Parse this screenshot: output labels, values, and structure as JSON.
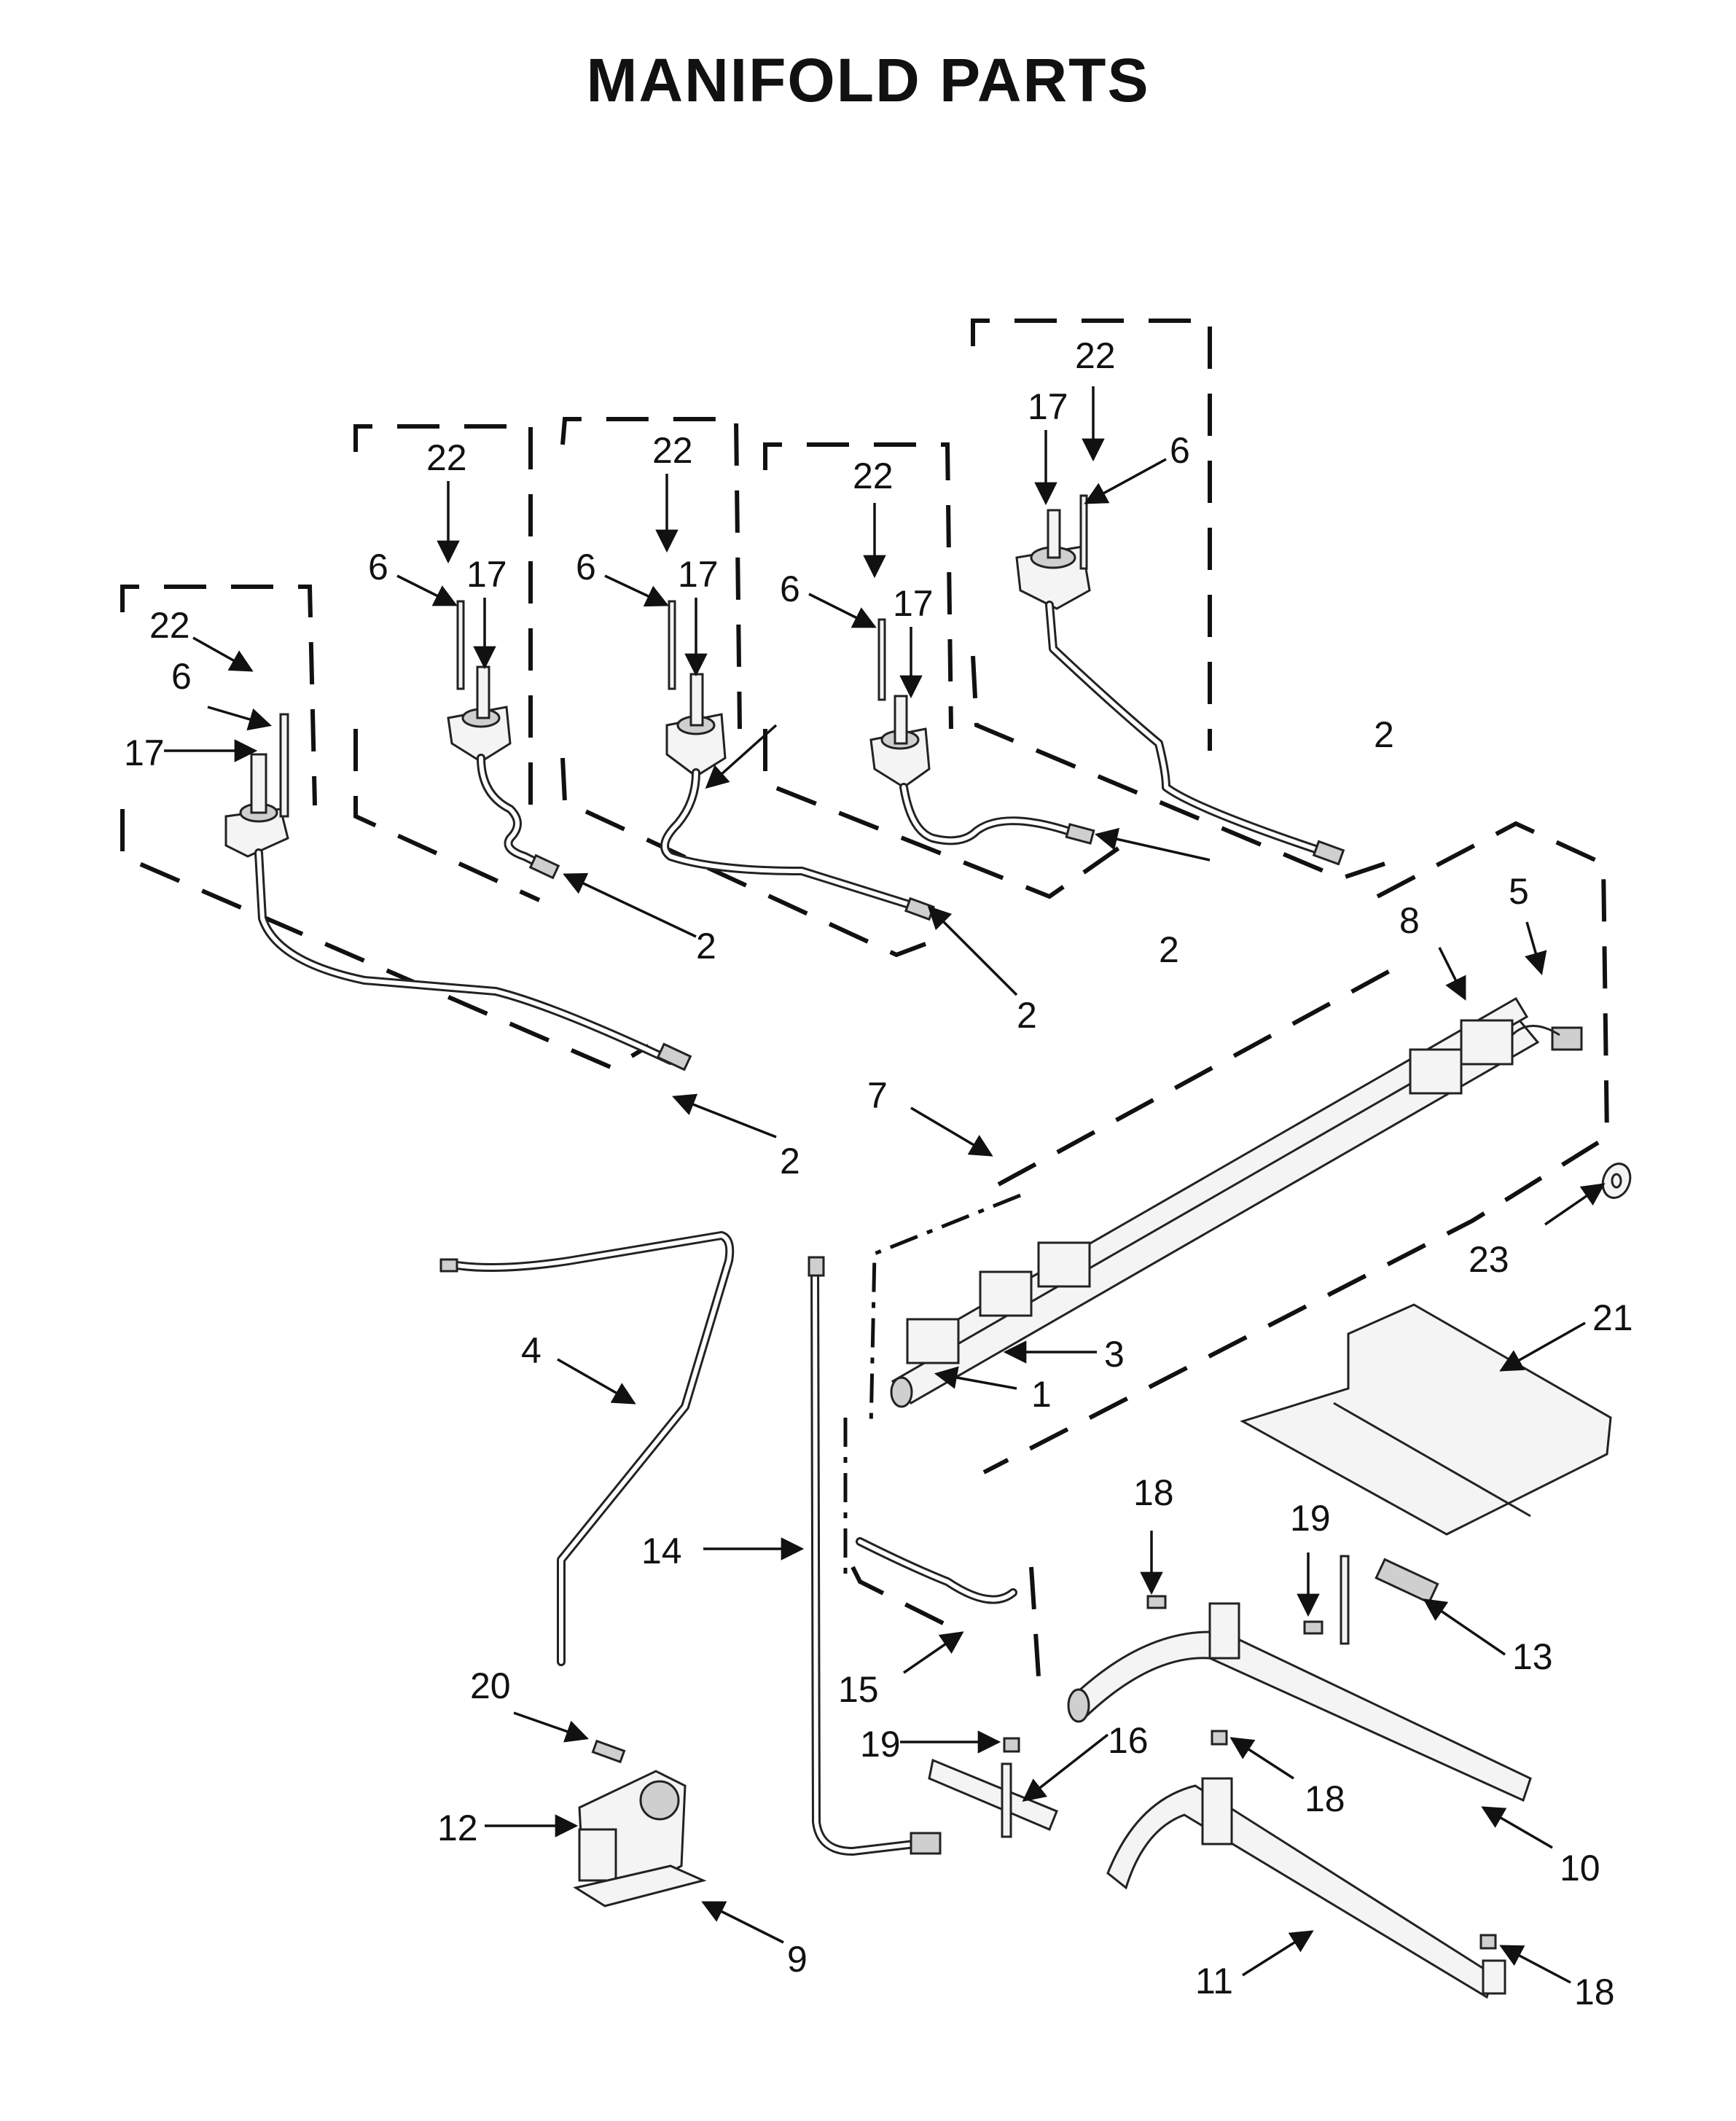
{
  "title": "MANIFOLD PARTS",
  "callouts": [
    {
      "id": "c22a",
      "text": "22"
    },
    {
      "id": "c6a",
      "text": "6"
    },
    {
      "id": "c17a",
      "text": "17"
    },
    {
      "id": "c22b",
      "text": "22"
    },
    {
      "id": "c6b",
      "text": "6"
    },
    {
      "id": "c17b",
      "text": "17"
    },
    {
      "id": "c22c",
      "text": "22"
    },
    {
      "id": "c6c",
      "text": "6"
    },
    {
      "id": "c17c",
      "text": "17"
    },
    {
      "id": "c22d",
      "text": "22"
    },
    {
      "id": "c6d",
      "text": "6"
    },
    {
      "id": "c17d",
      "text": "17"
    },
    {
      "id": "c22e",
      "text": "22"
    },
    {
      "id": "c17e",
      "text": "17"
    },
    {
      "id": "c6e",
      "text": "6"
    },
    {
      "id": "c2a",
      "text": "2"
    },
    {
      "id": "c2b",
      "text": "2"
    },
    {
      "id": "c2c",
      "text": "2"
    },
    {
      "id": "c2d",
      "text": "2"
    },
    {
      "id": "c2e",
      "text": "2"
    },
    {
      "id": "c5",
      "text": "5"
    },
    {
      "id": "c8",
      "text": "8"
    },
    {
      "id": "c7",
      "text": "7"
    },
    {
      "id": "c23",
      "text": "23"
    },
    {
      "id": "c21",
      "text": "21"
    },
    {
      "id": "c3",
      "text": "3"
    },
    {
      "id": "c1",
      "text": "1"
    },
    {
      "id": "c4",
      "text": "4"
    },
    {
      "id": "c14",
      "text": "14"
    },
    {
      "id": "c18a",
      "text": "18"
    },
    {
      "id": "c19a",
      "text": "19"
    },
    {
      "id": "c13",
      "text": "13"
    },
    {
      "id": "c15",
      "text": "15"
    },
    {
      "id": "c20",
      "text": "20"
    },
    {
      "id": "c19b",
      "text": "19"
    },
    {
      "id": "c16",
      "text": "16"
    },
    {
      "id": "c18b",
      "text": "18"
    },
    {
      "id": "c10",
      "text": "10"
    },
    {
      "id": "c12",
      "text": "12"
    },
    {
      "id": "c9",
      "text": "9"
    },
    {
      "id": "c11",
      "text": "11"
    },
    {
      "id": "c18c",
      "text": "18"
    }
  ]
}
